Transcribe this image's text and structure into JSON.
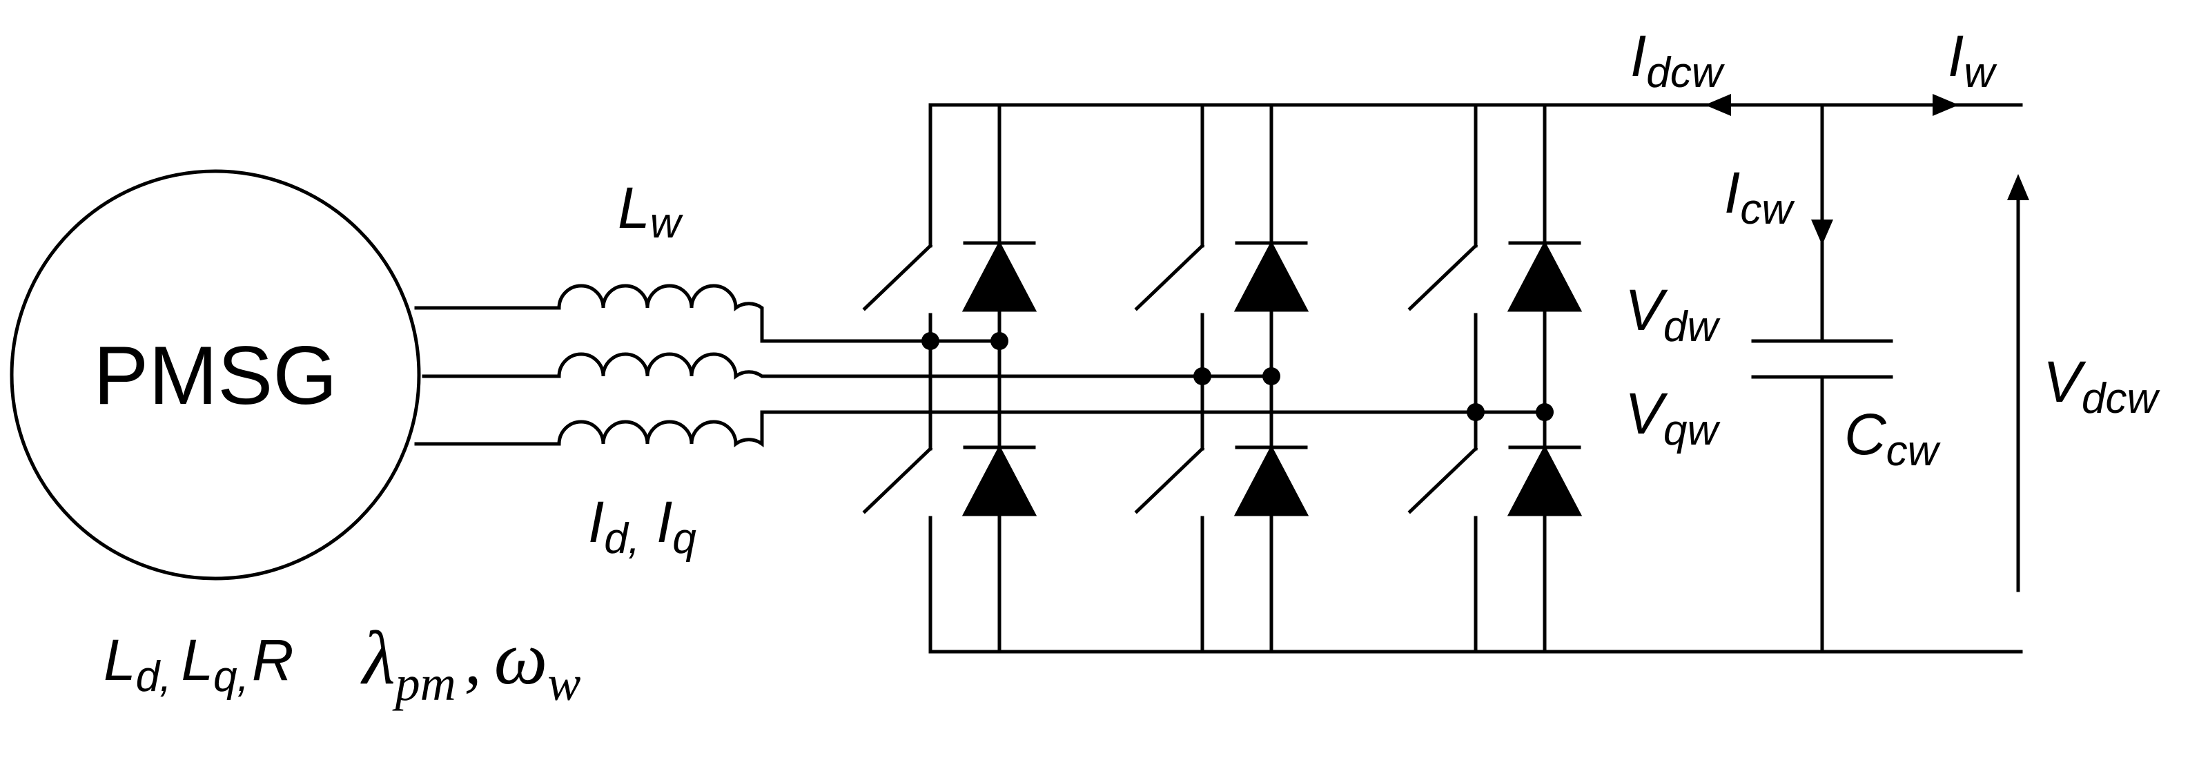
{
  "generator": {
    "label": "PMSG"
  },
  "inductor_label": {
    "main": "L",
    "sub": "w"
  },
  "current_dq_label": {
    "a_main": "I",
    "a_sub": "d,",
    "b_main": "I",
    "b_sub": "q"
  },
  "params_label": {
    "ld_main": "L",
    "ld_sub": "d,",
    "lq_main": "L",
    "lq_sub": "q,",
    "r": "R",
    "lambda": "λ",
    "lambda_sub": "pm",
    "comma": ",",
    "omega": "ω",
    "omega_sub": "w"
  },
  "idcw_label": {
    "main": "I",
    "sub": "dcw"
  },
  "iw_label": {
    "main": "I",
    "sub": "w"
  },
  "icw_label": {
    "main": "I",
    "sub": "cw"
  },
  "vdw_label": {
    "main": "V",
    "sub": "dw"
  },
  "vqw_label": {
    "main": "V",
    "sub": "qw"
  },
  "ccw_label": {
    "main": "C",
    "sub": "cw"
  },
  "vdcw_label": {
    "main": "V",
    "sub": "dcw"
  }
}
